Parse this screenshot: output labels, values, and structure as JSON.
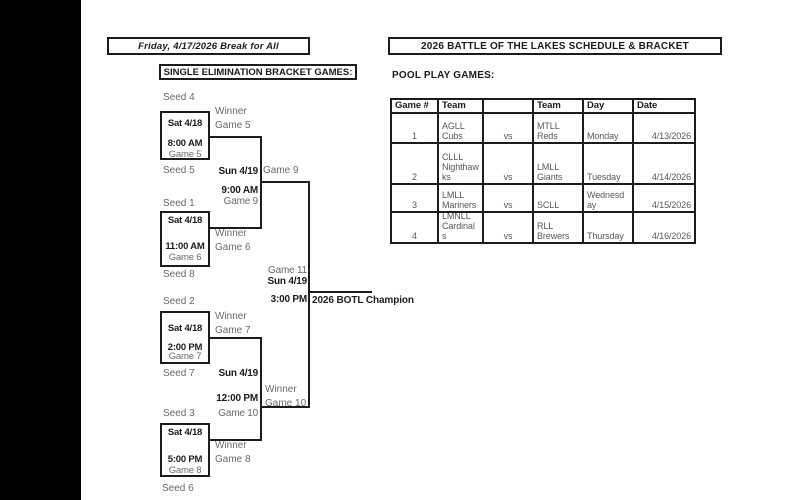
{
  "titles": {
    "break_notice": "Friday, 4/17/2026 Break for All",
    "main_title": "2026 BATTLE OF THE LAKES SCHEDULE & BRACKET",
    "bracket_section": "SINGLE ELIMINATION BRACKET GAMES:",
    "pool_section": "POOL PLAY GAMES:"
  },
  "pool_table": {
    "headers": [
      "Game #",
      "Team",
      "",
      "Team",
      "Day",
      "Date"
    ],
    "rows": [
      {
        "game": "1",
        "team1": "AGLL Cubs",
        "vs": "vs",
        "team2": "MTLL Reds",
        "day": "Monday",
        "date": "4/13/2026"
      },
      {
        "game": "2",
        "team1": "CLLL Nighthawks",
        "vs": "vs",
        "team2": "LMLL Giants",
        "day": "Tuesday",
        "date": "4/14/2026"
      },
      {
        "game": "3",
        "team1": "LMLL Mariners",
        "vs": "vs",
        "team2": "SCLL",
        "day": "Wednesday",
        "date": "4/15/2026"
      },
      {
        "game": "4",
        "team1": "LMNLL Cardinals",
        "vs": "vs",
        "team2": "RLL Brewers",
        "day": "Thursday",
        "date": "4/16/2026"
      }
    ]
  },
  "bracket": {
    "round1": [
      {
        "seed_top": "Seed 4",
        "date": "Sat 4/18",
        "time": "8:00 AM",
        "game": "Game 5",
        "seed_bottom": "Seed 5",
        "winner_1": "Winner",
        "winner_2": "Game 5"
      },
      {
        "seed_top": "Seed 1",
        "date": "Sat 4/18",
        "time": "11:00 AM",
        "game": "Game 6",
        "seed_bottom": "Seed 8",
        "winner_1": "Winner",
        "winner_2": "Game 6"
      },
      {
        "seed_top": "Seed 2",
        "date": "Sat 4/18",
        "time": "2:00 PM",
        "game": "Game 7",
        "seed_bottom": "Seed 7",
        "winner_1": "Winner",
        "winner_2": "Game 7"
      },
      {
        "seed_top": "Seed 3",
        "date": "Sat 4/18",
        "time": "5:00 PM",
        "game": "Game 8",
        "seed_bottom": "Seed 6",
        "winner_1": "Winner",
        "winner_2": "Game 8"
      }
    ],
    "semifinals": [
      {
        "date": "Sun 4/19",
        "time": "9:00 AM",
        "game": "Game 9",
        "advance_label": "Game 9"
      },
      {
        "date": "Sun 4/19",
        "time": "12:00 PM",
        "game": "Game 10",
        "winner_1": "Winner",
        "winner_2": "Game 10"
      }
    ],
    "final": {
      "game": "Game 11",
      "date": "Sun 4/19",
      "time": "3:00 PM",
      "champion": "2026 BOTL Champion"
    }
  },
  "colors": {
    "line_black": "#1c1c1c",
    "text_gray": "#6a6a6a",
    "sidebar_black": "#000000"
  }
}
